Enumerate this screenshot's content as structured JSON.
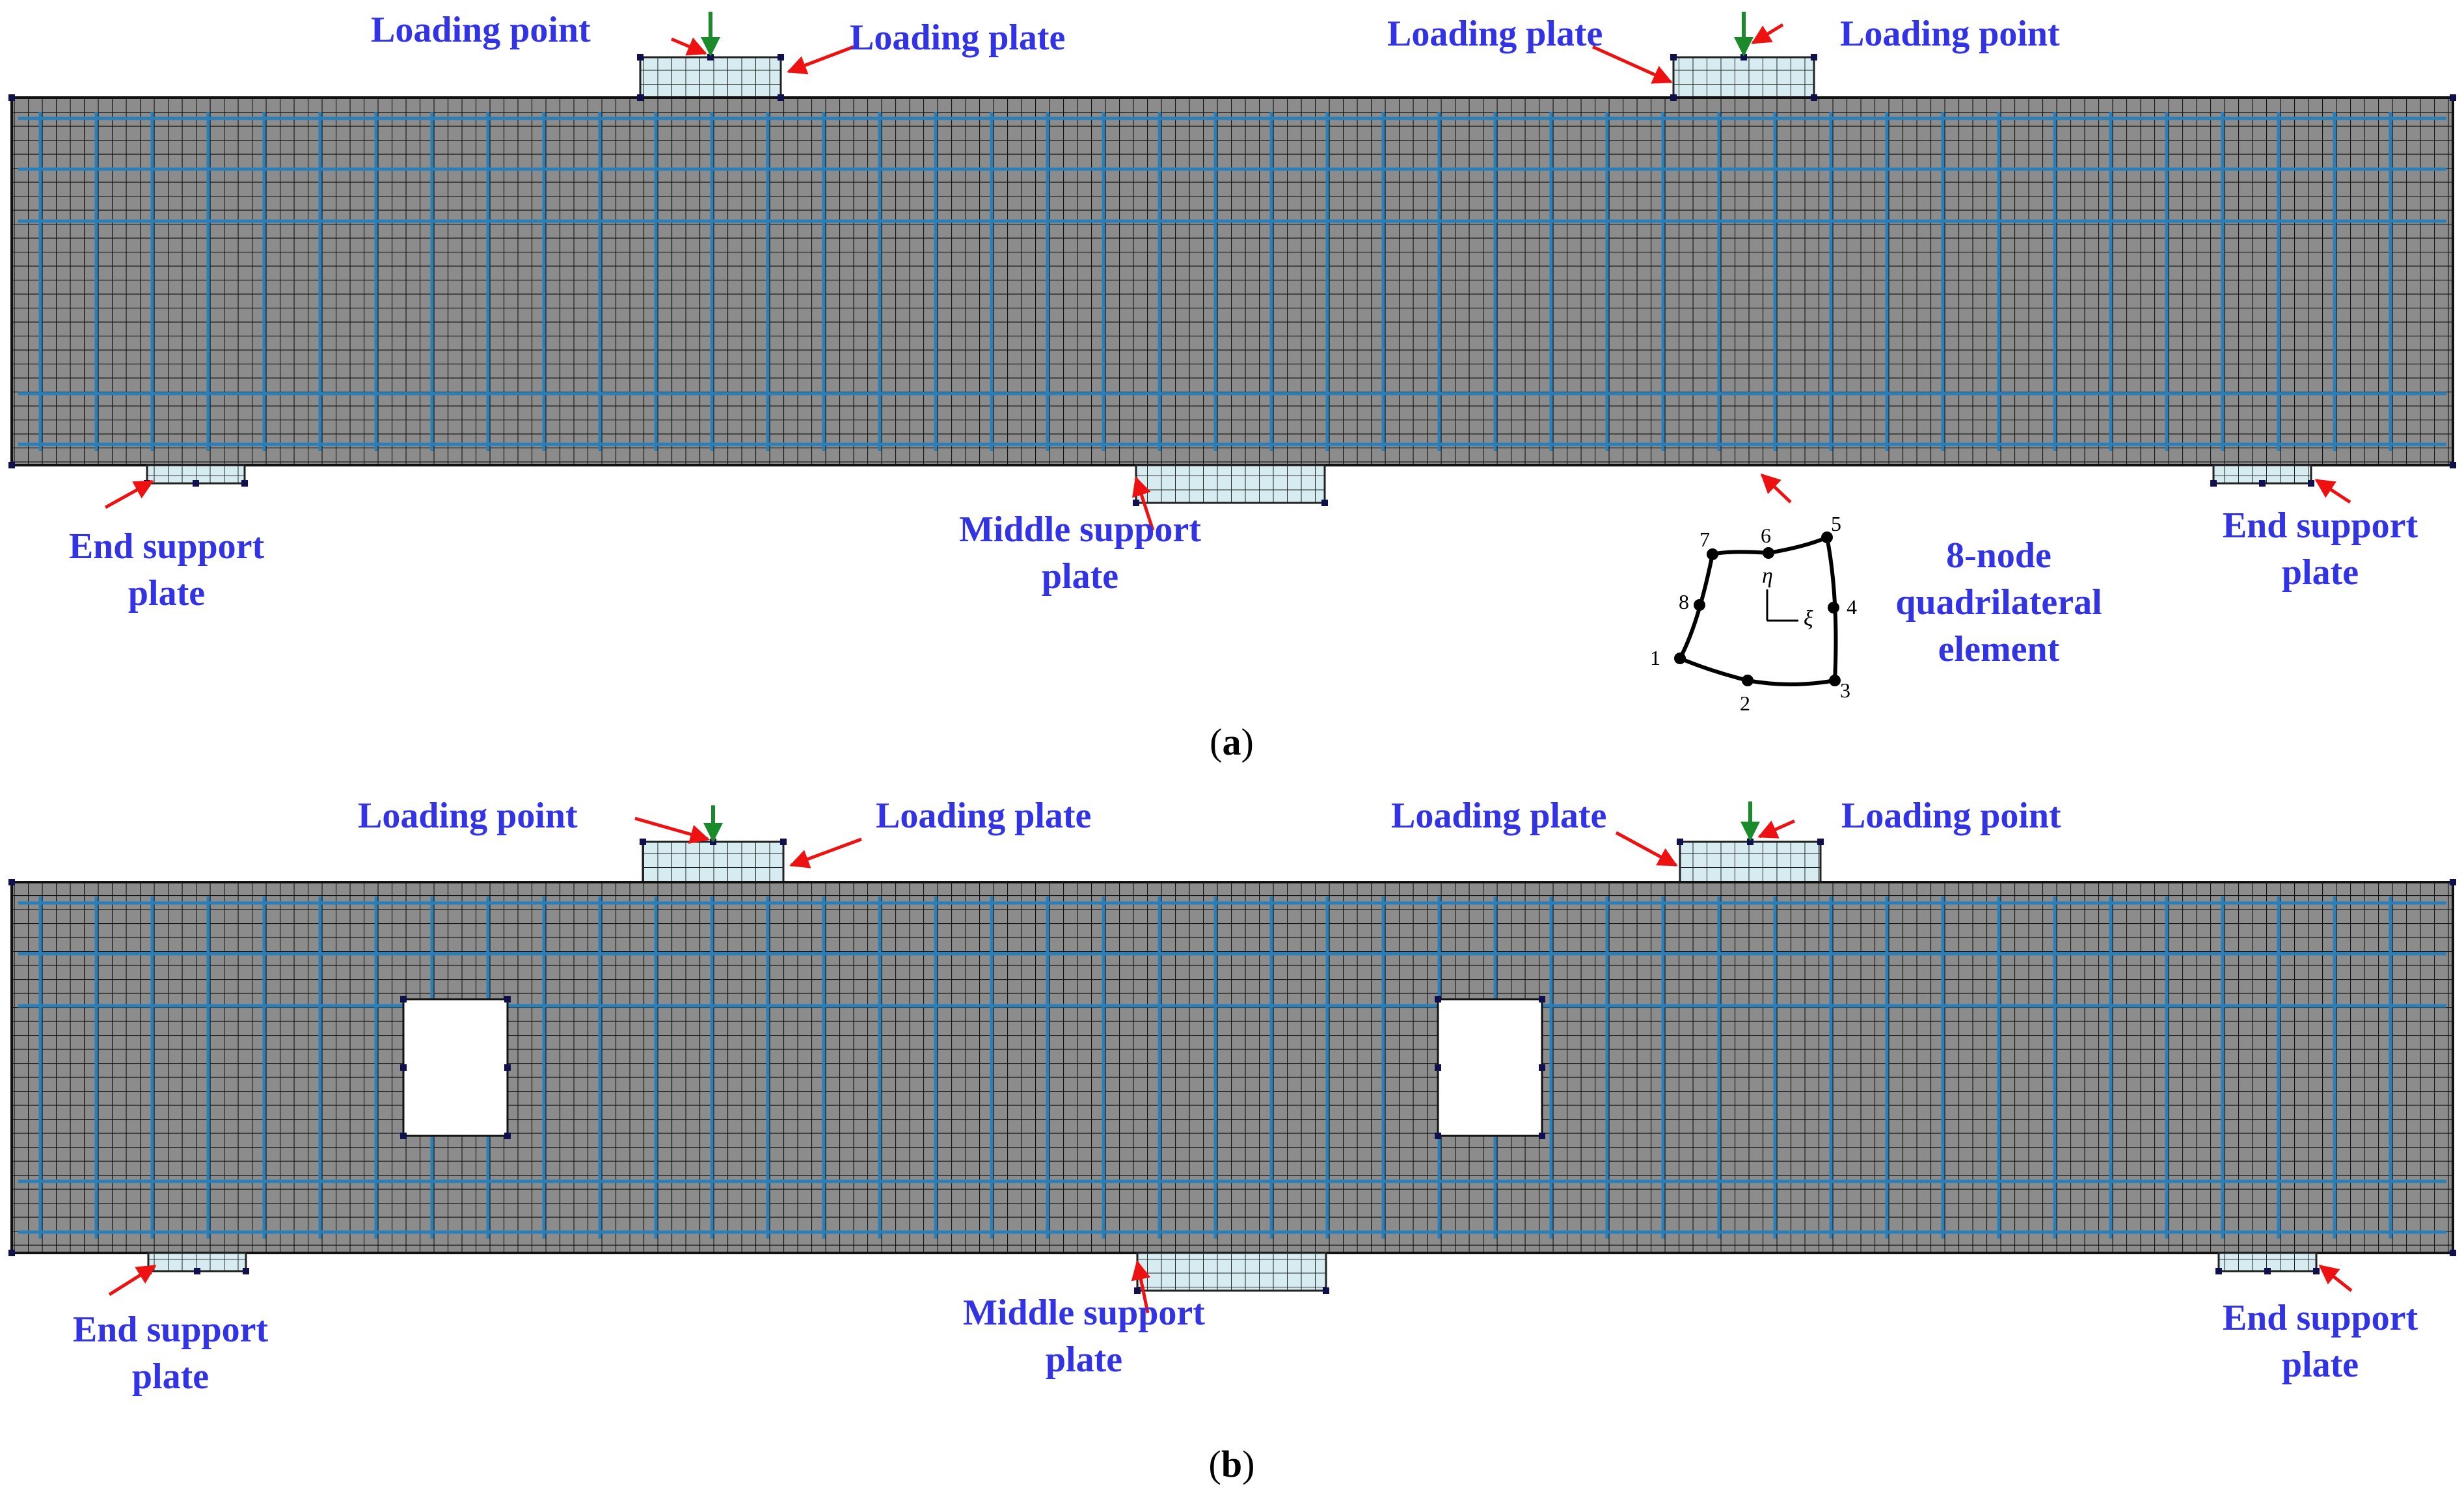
{
  "panel_a": {
    "caption_open": "(",
    "caption_letter": "a",
    "caption_close": ")",
    "labels": {
      "loading_point_left": "Loading point",
      "loading_plate_left": "Loading plate",
      "loading_plate_right": "Loading plate",
      "loading_point_right": "Loading point",
      "end_support_left_line1": "End support",
      "end_support_left_line2": "plate",
      "middle_support_line1": "Middle support",
      "middle_support_line2": "plate",
      "end_support_right_line1": "End support",
      "end_support_right_line2": "plate"
    },
    "element_inset": {
      "title_line1": "8-node",
      "title_line2": "quadrilateral",
      "title_line3": "element",
      "node_numbers": [
        "1",
        "2",
        "3",
        "4",
        "5",
        "6",
        "7",
        "8"
      ],
      "axis_eta": "η",
      "axis_xi": "ξ"
    }
  },
  "panel_b": {
    "caption_open": "(",
    "caption_letter": "b",
    "caption_close": ")",
    "labels": {
      "loading_point_left": "Loading point",
      "loading_plate_left": "Loading plate",
      "loading_plate_right": "Loading plate",
      "loading_point_right": "Loading point",
      "end_support_left_line1": "End support",
      "end_support_left_line2": "plate",
      "middle_support_line1": "Middle support",
      "middle_support_line2": "plate",
      "end_support_right_line1": "End support",
      "end_support_right_line2": "plate"
    }
  },
  "colors": {
    "beam_fill": "#8c8c8c",
    "mesh_line": "#111111",
    "rebar": "#2b7fb8",
    "plate_fill": "#d6ecf0",
    "label": "#3333e6",
    "arrow": "#ee1111",
    "load_arrow": "#1a8a2a",
    "node_marker": "#101050"
  }
}
